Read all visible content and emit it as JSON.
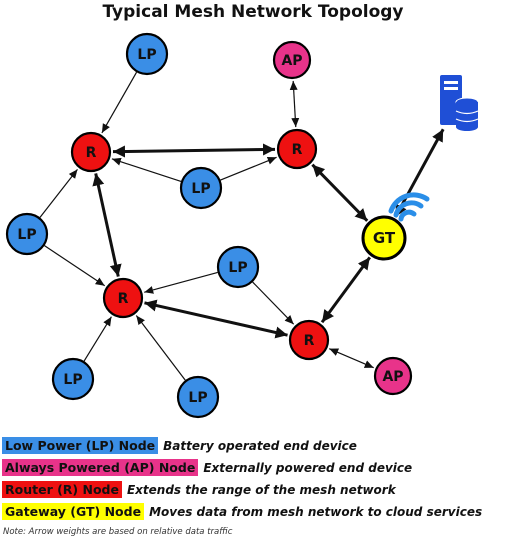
{
  "title": "Typical Mesh Network Topology",
  "colors": {
    "low_power": "#3a8ee6",
    "always_powered": "#e8338a",
    "router": "#ee1111",
    "gateway": "#ffff00",
    "edge": "#111111",
    "server": "#1f4fd6"
  },
  "nodes": [
    {
      "id": "lp1",
      "label": "LP",
      "kind": "low_power"
    },
    {
      "id": "ap1",
      "label": "AP",
      "kind": "always_powered"
    },
    {
      "id": "r1",
      "label": "R",
      "kind": "router"
    },
    {
      "id": "r2",
      "label": "R",
      "kind": "router"
    },
    {
      "id": "lp2",
      "label": "LP",
      "kind": "low_power"
    },
    {
      "id": "lp3",
      "label": "LP",
      "kind": "low_power"
    },
    {
      "id": "gt",
      "label": "GT",
      "kind": "gateway"
    },
    {
      "id": "lp4",
      "label": "LP",
      "kind": "low_power"
    },
    {
      "id": "r3",
      "label": "R",
      "kind": "router"
    },
    {
      "id": "r4",
      "label": "R",
      "kind": "router"
    },
    {
      "id": "ap2",
      "label": "AP",
      "kind": "always_powered"
    },
    {
      "id": "lp5",
      "label": "LP",
      "kind": "low_power"
    },
    {
      "id": "lp6",
      "label": "LP",
      "kind": "low_power"
    }
  ],
  "edges": [
    {
      "from": "lp1",
      "to": "r1",
      "weight": "light",
      "dir": "to"
    },
    {
      "from": "ap1",
      "to": "r2",
      "weight": "light",
      "dir": "both"
    },
    {
      "from": "r1",
      "to": "r2",
      "weight": "heavy",
      "dir": "both"
    },
    {
      "from": "lp2",
      "to": "r1",
      "weight": "light",
      "dir": "to"
    },
    {
      "from": "lp2",
      "to": "r2",
      "weight": "light",
      "dir": "to"
    },
    {
      "from": "r1",
      "to": "r3",
      "weight": "heavy",
      "dir": "both"
    },
    {
      "from": "lp3",
      "to": "r1",
      "weight": "light",
      "dir": "to"
    },
    {
      "from": "lp3",
      "to": "r3",
      "weight": "light",
      "dir": "to"
    },
    {
      "from": "r2",
      "to": "gt",
      "weight": "heavy",
      "dir": "both"
    },
    {
      "from": "gt",
      "to": "server",
      "weight": "heavy",
      "dir": "both"
    },
    {
      "from": "lp4",
      "to": "r3",
      "weight": "light",
      "dir": "to"
    },
    {
      "from": "lp4",
      "to": "r4",
      "weight": "light",
      "dir": "to"
    },
    {
      "from": "r3",
      "to": "r4",
      "weight": "heavy",
      "dir": "both"
    },
    {
      "from": "r4",
      "to": "gt",
      "weight": "heavy",
      "dir": "both"
    },
    {
      "from": "ap2",
      "to": "r4",
      "weight": "light",
      "dir": "both"
    },
    {
      "from": "lp5",
      "to": "r3",
      "weight": "light",
      "dir": "to"
    },
    {
      "from": "lp6",
      "to": "r3",
      "weight": "light",
      "dir": "to"
    }
  ],
  "legend": [
    {
      "key": "Low Power (LP) Node",
      "desc": "Battery operated end device",
      "color": "#3a8ee6"
    },
    {
      "key": "Always Powered (AP) Node",
      "desc": "Externally powered end device",
      "color": "#e8338a"
    },
    {
      "key": "Router (R) Node",
      "desc": "Extends the range of the mesh network",
      "color": "#ee1111"
    },
    {
      "key": "Gateway (GT) Node",
      "desc": "Moves data from mesh network to cloud services",
      "color": "#ffff00"
    }
  ],
  "note": "Note: Arrow weights are based on relative data traffic",
  "icons": [
    "server-icon",
    "wifi-icon"
  ]
}
